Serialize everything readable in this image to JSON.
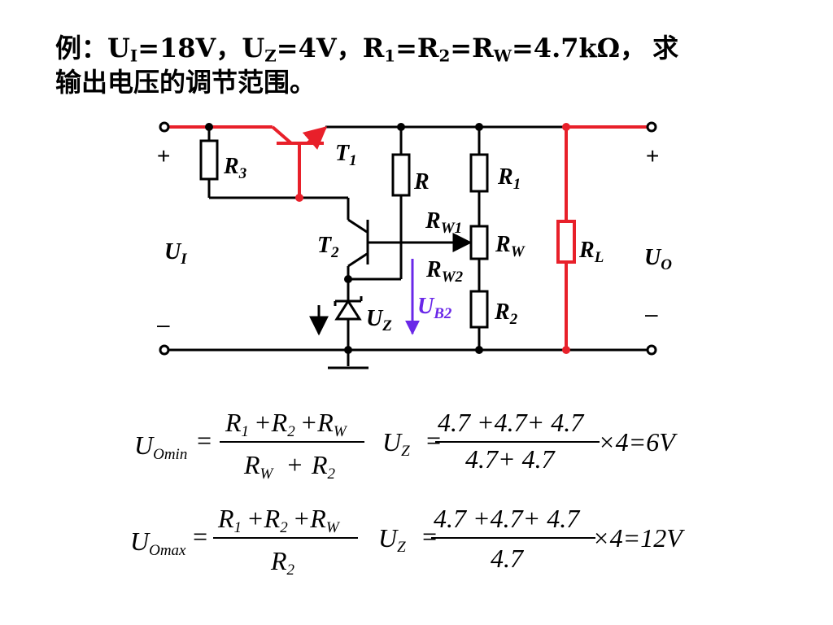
{
  "problem": {
    "line1": {
      "prefix": "例：",
      "ui_base": "U",
      "ui_sub": "I",
      "ui_value": "=18V，",
      "uz_base": "U",
      "uz_sub": "Z",
      "uz_value": "=4V，",
      "r1_base": "R",
      "r1_sub": "1",
      "eq1": "=",
      "r2_base": "R",
      "r2_sub": "2",
      "eq2": "=",
      "rw_base": "R",
      "rw_sub": "W",
      "rw_value": "=4.7kΩ，",
      "suffix": "求"
    },
    "line2": "输出电压的调节范围。"
  },
  "circuit": {
    "colors": {
      "wire": "#000000",
      "highlight": "#e8202a",
      "ub2_arrow": "#6a28e8"
    },
    "labels": {
      "plus_left": "+",
      "plus_right": "+",
      "minus_left": "–",
      "minus_right": "–",
      "ui": {
        "base": "U",
        "sub": "I"
      },
      "uo": {
        "base": "U",
        "sub": "O"
      },
      "r3": {
        "base": "R",
        "sub": "3"
      },
      "t1": {
        "base": "T",
        "sub": "1"
      },
      "r": {
        "base": "R",
        "sub": ""
      },
      "r1": {
        "base": "R",
        "sub": "1"
      },
      "rw1": {
        "base": "R",
        "sub": "W1"
      },
      "rw": {
        "base": "R",
        "sub": "W"
      },
      "rw2": {
        "base": "R",
        "sub": "W2"
      },
      "r2": {
        "base": "R",
        "sub": "2"
      },
      "rl": {
        "base": "R",
        "sub": "L"
      },
      "t2": {
        "base": "T",
        "sub": "2"
      },
      "uz": {
        "base": "U",
        "sub": "Z"
      },
      "ub2": {
        "base": "U",
        "sub": "B2"
      }
    }
  },
  "formulas": {
    "min": {
      "lhs_base": "U",
      "lhs_sub": "Omin",
      "equals": "=",
      "num": {
        "r1": "R",
        "r1_sub": "1",
        "plus1": "+",
        "r2": "R",
        "r2_sub": "2",
        "plus2": "+",
        "rw": "R",
        "rw_sub": "W"
      },
      "den": {
        "rw": "R",
        "rw_sub": "W",
        "plus": "+",
        "r2": "R",
        "r2_sub": "2"
      },
      "uz_base": "U",
      "uz_sub": "Z",
      "equals2": "=",
      "num_values": "4.7 +4.7+ 4.7",
      "den_values": "4.7+ 4.7",
      "result": "×4=6V"
    },
    "max": {
      "lhs_base": "U",
      "lhs_sub": "Omax",
      "equals": "=",
      "num": {
        "r1": "R",
        "r1_sub": "1",
        "plus1": "+",
        "r2": "R",
        "r2_sub": "2",
        "plus2": "+",
        "rw": "R",
        "rw_sub": "W"
      },
      "den": {
        "r2": "R",
        "r2_sub": "2"
      },
      "uz_base": "U",
      "uz_sub": "Z",
      "equals2": "=",
      "num_values": "4.7 +4.7+ 4.7",
      "den_values": "4.7",
      "result": "×4=12V"
    }
  }
}
